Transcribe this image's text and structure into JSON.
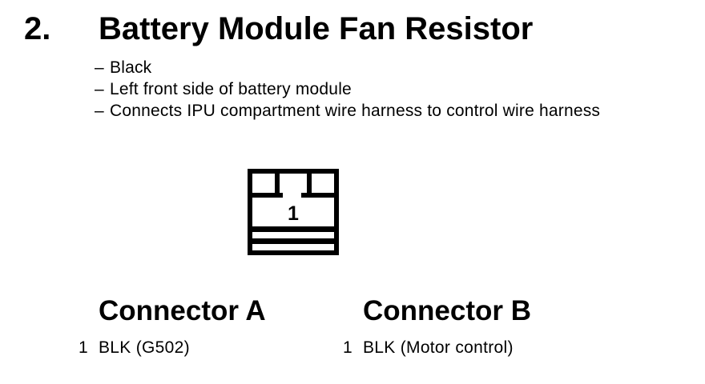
{
  "document": {
    "item_number": "2.",
    "title": "Battery Module Fan Resistor",
    "bullet_dash": "–",
    "bullets": [
      "Black",
      "Left front side of battery module",
      "Connects IPU compartment wire harness to control wire harness"
    ]
  },
  "diagram": {
    "cavity_label": "1"
  },
  "connectors": [
    {
      "heading": "Connector A",
      "pins": [
        {
          "number": "1",
          "wire": "BLK (G502)"
        }
      ]
    },
    {
      "heading": "Connector B",
      "pins": [
        {
          "number": "1",
          "wire": "BLK (Motor control)"
        }
      ]
    }
  ],
  "colors": {
    "ink": "#000000",
    "paper": "#ffffff"
  }
}
